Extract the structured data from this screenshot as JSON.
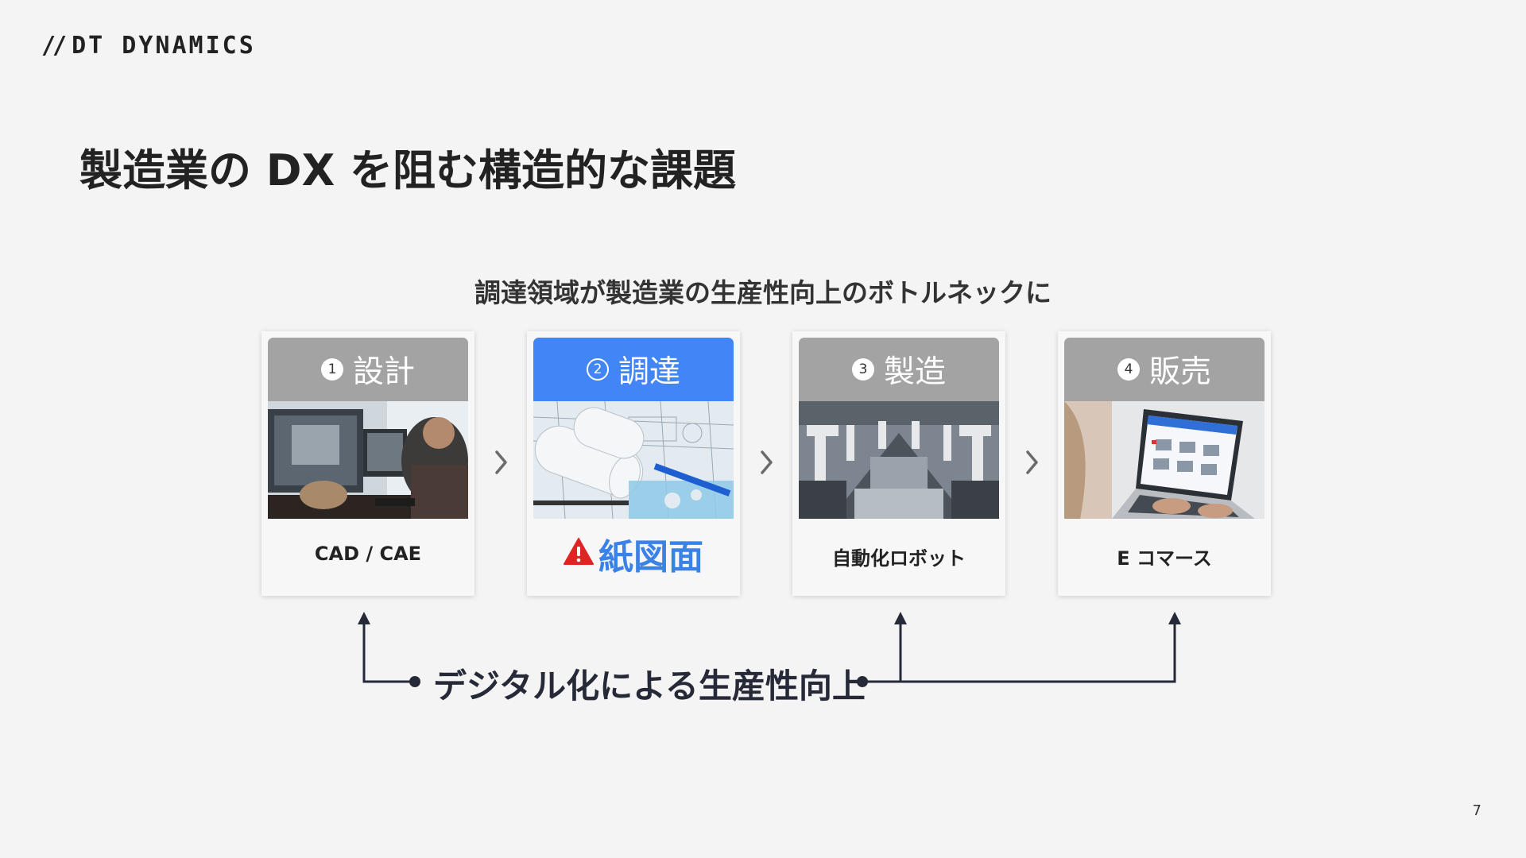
{
  "header": {
    "logo_mark": "//",
    "logo_text": "DT DYNAMICS"
  },
  "slide": {
    "title": "製造業の DX を阻む構造的な課題",
    "subtitle": "調達領域が製造業の生産性向上のボトルネックに",
    "page_number": "7"
  },
  "process": [
    {
      "number": "1",
      "label": "設計",
      "caption": "CAD / CAE",
      "image": "engineer-cad-workstation"
    },
    {
      "number": "2",
      "label": "調達",
      "caption": "紙図面",
      "image": "paper-blueprints",
      "warning_icon": "warning-icon",
      "highlight": true
    },
    {
      "number": "3",
      "label": "製造",
      "caption": "自動化ロボット",
      "image": "robot-assembly-line"
    },
    {
      "number": "4",
      "label": "販売",
      "caption": "E コマース",
      "image": "laptop-ecommerce"
    }
  ],
  "flow": {
    "label": "デジタル化による生産性向上"
  },
  "colors": {
    "accent": "#4285f4",
    "header_gray": "#a3a3a3",
    "warning_red": "#e02424",
    "flow_line": "#262a38"
  }
}
